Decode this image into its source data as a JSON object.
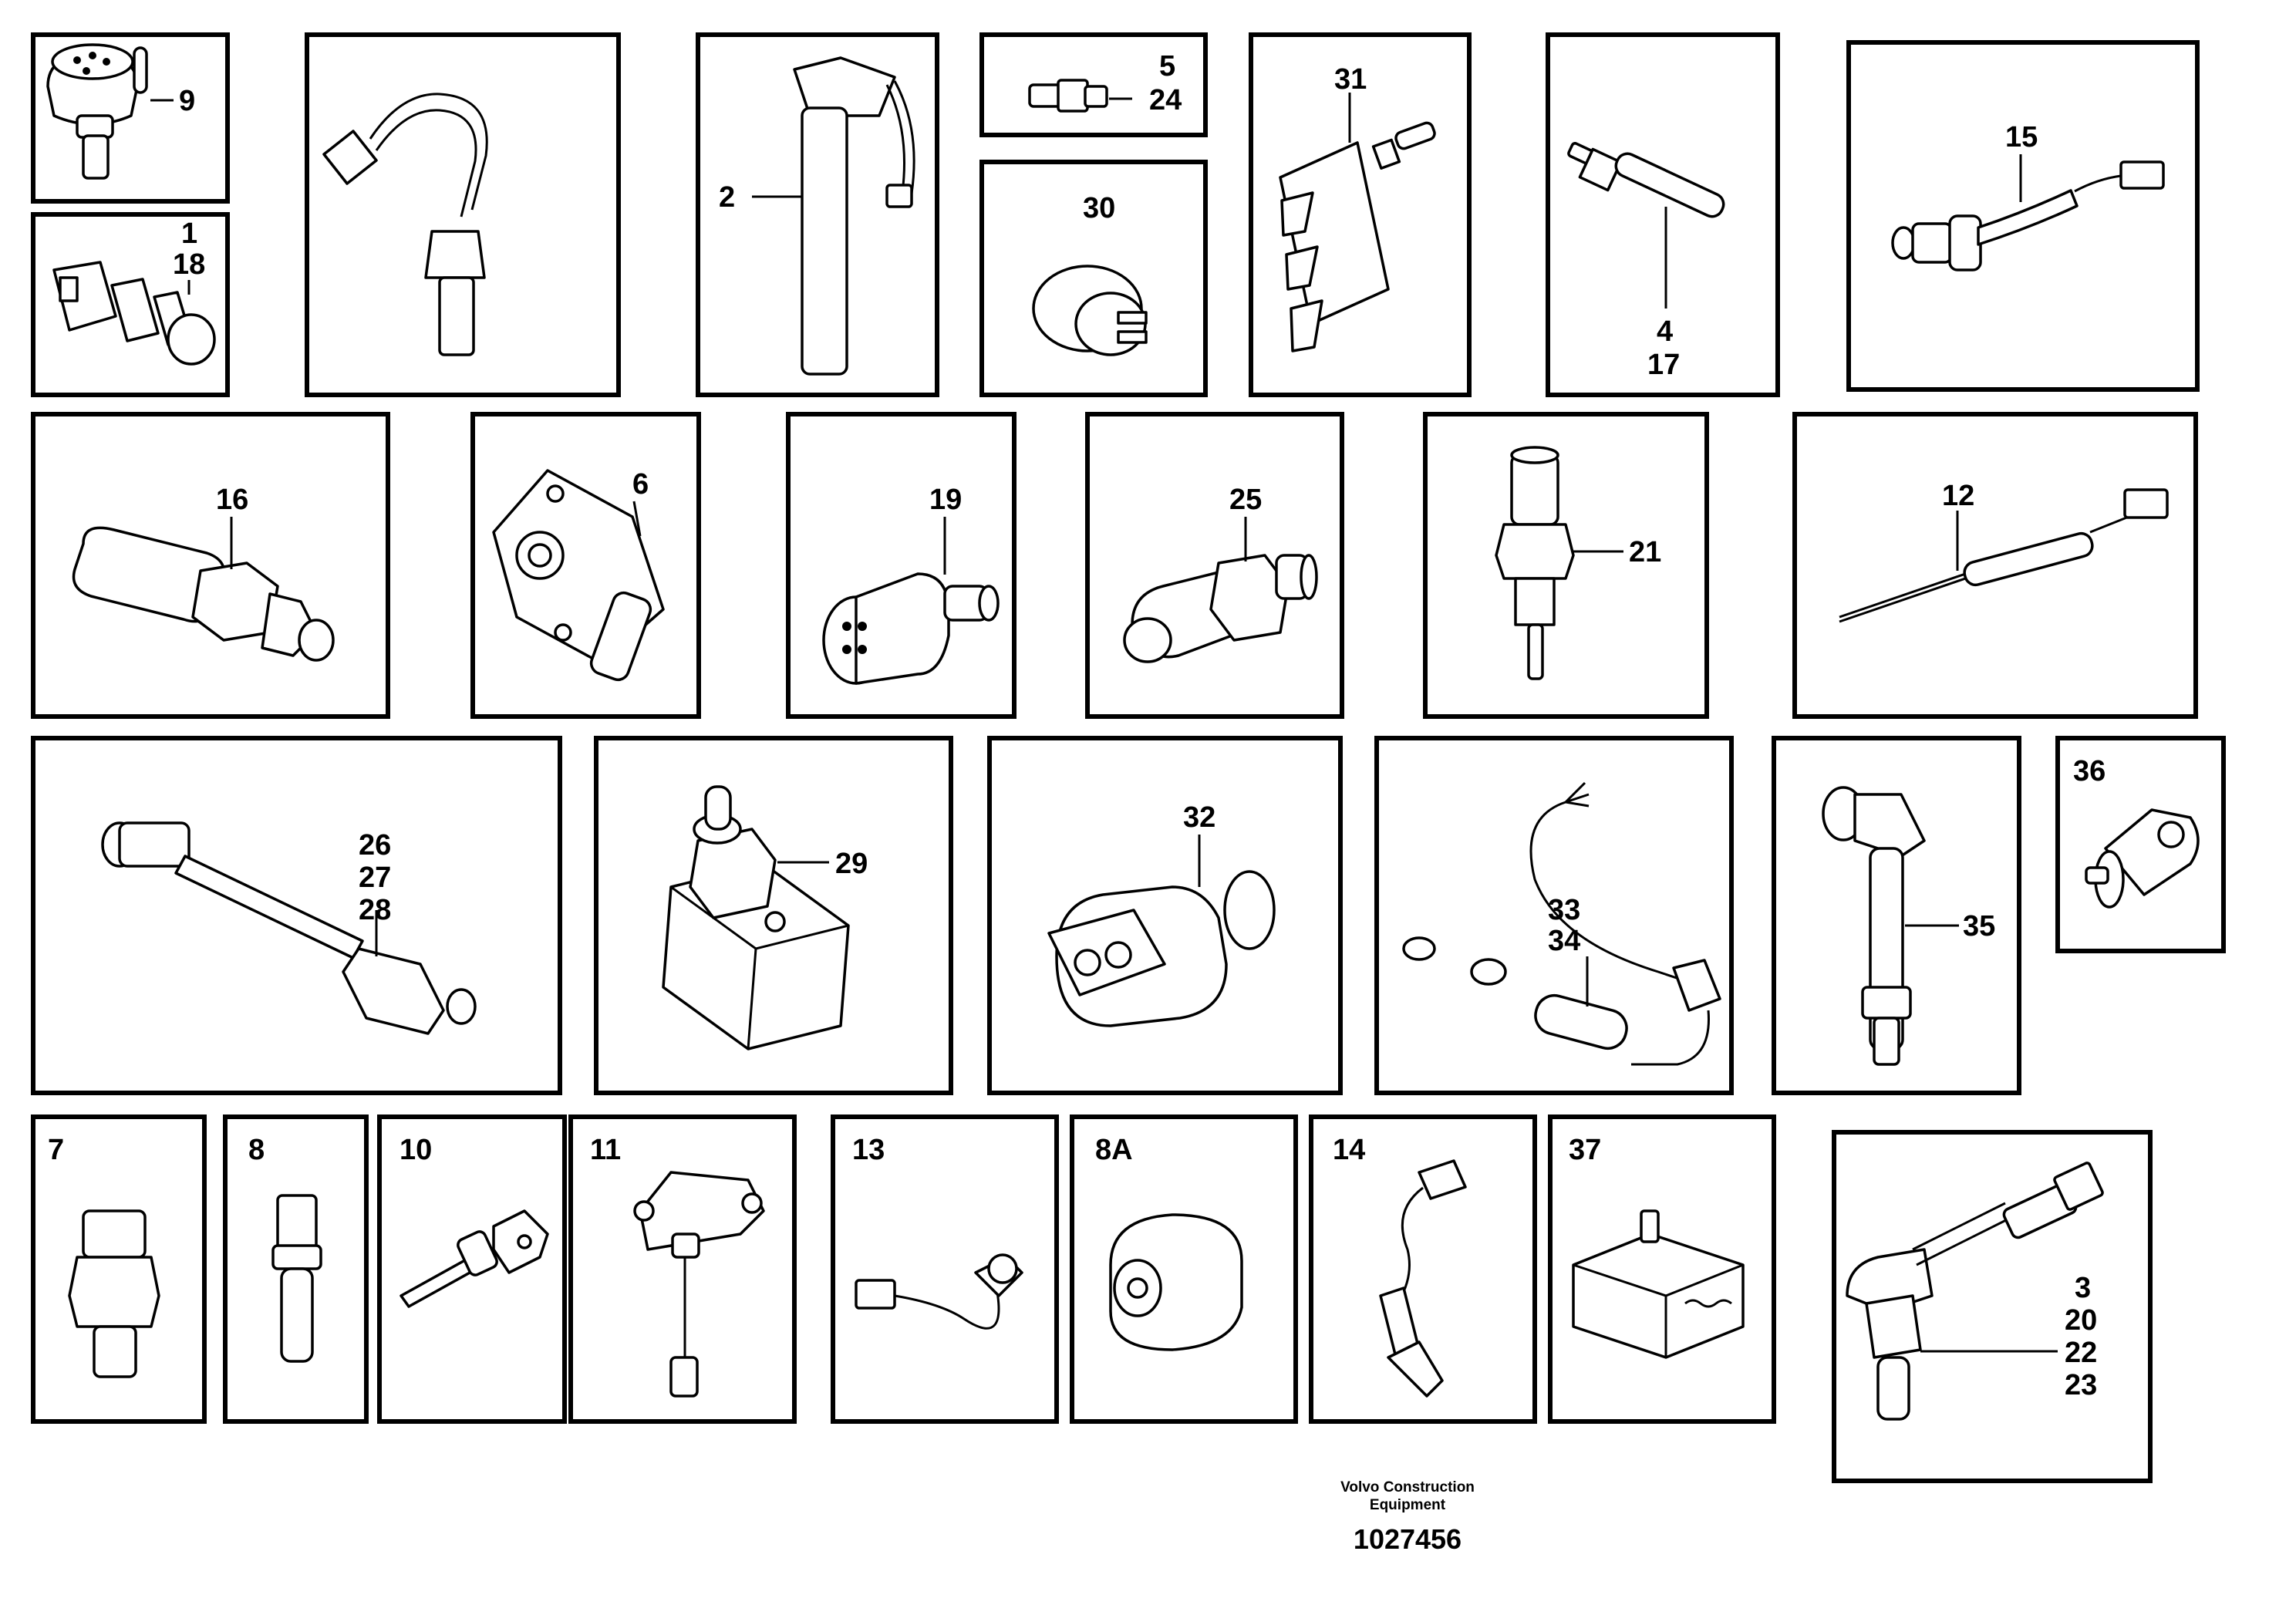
{
  "labels": {
    "p9": "9",
    "p1": "1",
    "p18": "18",
    "p2": "2",
    "p5": "5",
    "p24": "24",
    "p30": "30",
    "p31": "31",
    "p4": "4",
    "p17": "17",
    "p15": "15",
    "p16": "16",
    "p6": "6",
    "p19": "19",
    "p25": "25",
    "p21": "21",
    "p12": "12",
    "p26": "26",
    "p27": "27",
    "p28": "28",
    "p29": "29",
    "p32": "32",
    "p33": "33",
    "p34": "34",
    "p35": "35",
    "p36": "36",
    "p7": "7",
    "p8": "8",
    "p10": "10",
    "p11": "11",
    "p13": "13",
    "p8a": "8A",
    "p14": "14",
    "p37": "37",
    "p3": "3",
    "p20": "20",
    "p22": "22",
    "p23": "23"
  },
  "footer": {
    "company_line1": "Volvo Construction",
    "company_line2": "Equipment",
    "drawing_number": "1027456"
  }
}
